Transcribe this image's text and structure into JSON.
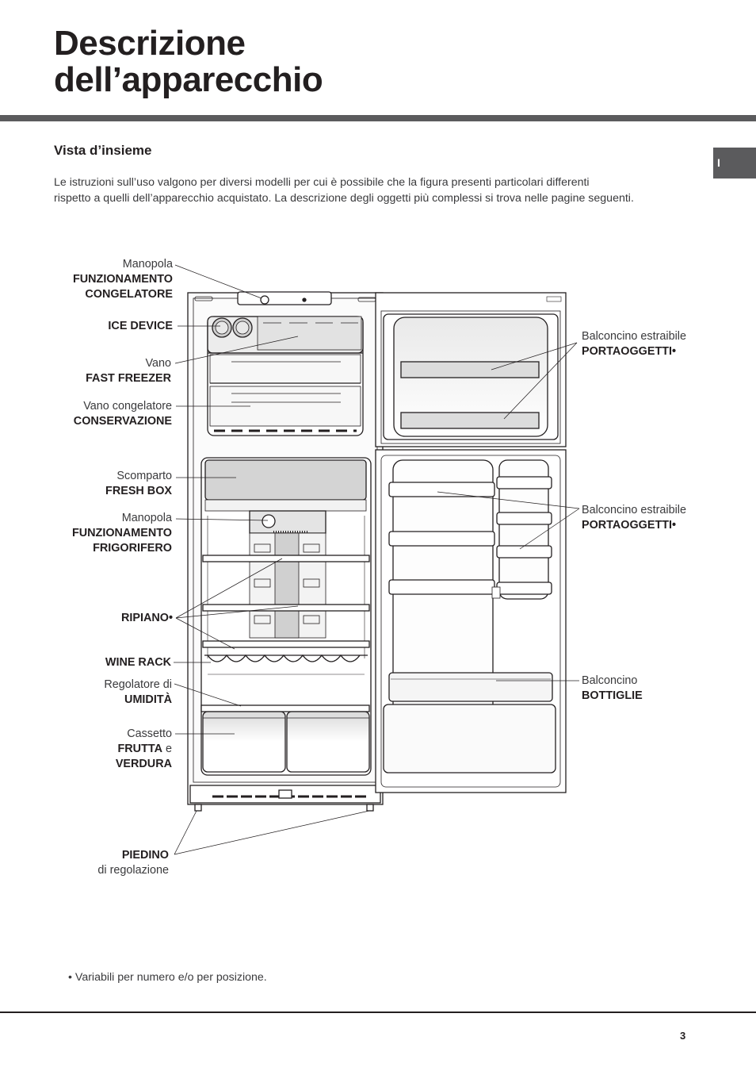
{
  "header": {
    "title_line1": "Descrizione",
    "title_line2": "dell’apparecchio",
    "language_tab": "I"
  },
  "section": {
    "title": "Vista d’insieme",
    "intro_line1": "Le istruzioni sull’uso valgono per diversi modelli per cui è possibile che la figura presenti particolari differenti",
    "intro_line2": "rispetto a quelli dell’apparecchio acquistato. La descrizione degli oggetti più complessi si trova nelle pagine seguenti."
  },
  "labels": {
    "freezer_knob": {
      "line1": "Manopola",
      "line2": "FUNZIONAMENTO",
      "line3": "CONGELATORE"
    },
    "ice_device": {
      "line1": "ICE DEVICE"
    },
    "fast_freezer": {
      "line1": "Vano",
      "line2": "FAST FREEZER"
    },
    "freezer_storage": {
      "line1": "Vano congelatore",
      "line2": "CONSERVAZIONE"
    },
    "fresh_box": {
      "line1": "Scomparto",
      "line2": "FRESH BOX"
    },
    "fridge_knob": {
      "line1": "Manopola",
      "line2": "FUNZIONAMENTO",
      "line3": "FRIGORIFERO"
    },
    "shelf": {
      "line1": "RIPIANO•"
    },
    "wine_rack": {
      "line1": "WINE RACK"
    },
    "humidity": {
      "line1": "Regolatore di",
      "line2": "UMIDITÀ"
    },
    "crisper": {
      "line1": "Cassetto",
      "line2a": "FRUTTA",
      "line2b": " e",
      "line3": "VERDURA"
    },
    "foot": {
      "line1": "PIEDINO",
      "line2": "di regolazione"
    },
    "freezer_door_shelf": {
      "line1": "Balconcino estraibile",
      "line2": "PORTAOGGETTI•"
    },
    "fridge_door_shelf": {
      "line1": "Balconcino estraibile",
      "line2": "PORTAOGGETTI•"
    },
    "bottle_shelf": {
      "line1": "Balconcino",
      "line2": "BOTTIGLIE"
    }
  },
  "footnote": "• Variabili per numero e/o per posizione.",
  "page_number": "3"
}
